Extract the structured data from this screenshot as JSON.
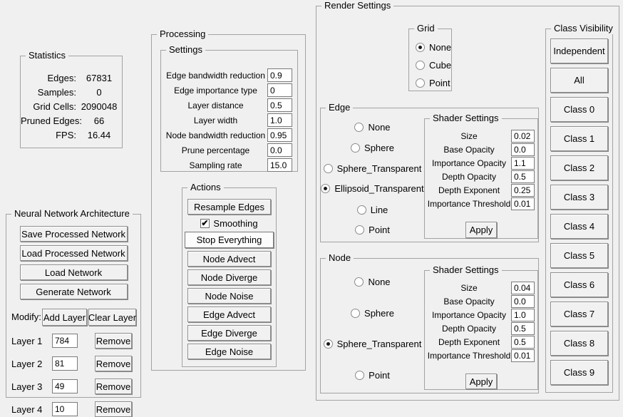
{
  "colors": {
    "background": "#f0f0f0",
    "group_border": "#a3a3a3",
    "button_face": "#f1f1f1",
    "focused_button_face": "#fcfcfc",
    "input_border": "#7b7b7b",
    "text": "#000000"
  },
  "statistics": {
    "title": "Statistics",
    "rows": [
      {
        "label": "Edges:",
        "value": "67831"
      },
      {
        "label": "Samples:",
        "value": "0"
      },
      {
        "label": "Grid Cells:",
        "value": "2090048"
      },
      {
        "label": "Pruned Edges:",
        "value": "66"
      },
      {
        "label": "FPS:",
        "value": "16.44"
      }
    ]
  },
  "processing": {
    "title": "Processing",
    "settings": {
      "title": "Settings",
      "fields": [
        {
          "label": "Edge bandwidth reduction",
          "value": "0.9"
        },
        {
          "label": "Edge importance type",
          "value": "0"
        },
        {
          "label": "Layer distance",
          "value": "0.5"
        },
        {
          "label": "Layer width",
          "value": "1.0"
        },
        {
          "label": "Node bandwidth reduction",
          "value": "0.95"
        },
        {
          "label": "Prune percentage",
          "value": "0.0"
        },
        {
          "label": "Sampling rate",
          "value": "15.0"
        }
      ]
    },
    "actions": {
      "title": "Actions",
      "resample_label": "Resample Edges",
      "smoothing": {
        "label": "Smoothing",
        "checked": true
      },
      "buttons": [
        "Stop Everything",
        "Node Advect",
        "Node Diverge",
        "Node Noise",
        "Edge Advect",
        "Edge Diverge",
        "Edge Noise"
      ]
    }
  },
  "neural_network": {
    "title": "Neural Network Architecture",
    "buttons": [
      "Save Processed Network",
      "Load Processed Network",
      "Load Network",
      "Generate Network"
    ],
    "modify_label": "Modify:",
    "add_layer_label": "Add Layer",
    "clear_layer_label": "Clear Layer",
    "remove_label": "Remove",
    "layers": [
      {
        "label": "Layer 1",
        "value": "784"
      },
      {
        "label": "Layer 2",
        "value": "81"
      },
      {
        "label": "Layer 3",
        "value": "49"
      },
      {
        "label": "Layer 4",
        "value": "10"
      }
    ]
  },
  "render_settings": {
    "title": "Render Settings",
    "grid": {
      "title": "Grid",
      "options": [
        {
          "label": "None",
          "selected": true
        },
        {
          "label": "Cube",
          "selected": false
        },
        {
          "label": "Point",
          "selected": false
        }
      ]
    },
    "edge": {
      "title": "Edge",
      "options": [
        {
          "label": "None",
          "selected": false
        },
        {
          "label": "Sphere",
          "selected": false
        },
        {
          "label": "Sphere_Transparent",
          "selected": false
        },
        {
          "label": "Ellipsoid_Transparent",
          "selected": true
        },
        {
          "label": "Line",
          "selected": false
        },
        {
          "label": "Point",
          "selected": false
        }
      ],
      "shader": {
        "title": "Shader Settings",
        "fields": [
          {
            "label": "Size",
            "value": "0.02"
          },
          {
            "label": "Base Opacity",
            "value": "0.0"
          },
          {
            "label": "Importance Opacity",
            "value": "1.1"
          },
          {
            "label": "Depth Opacity",
            "value": "0.5"
          },
          {
            "label": "Depth Exponent",
            "value": "0.25"
          },
          {
            "label": "Importance Threshold",
            "value": "0.01"
          }
        ],
        "apply_label": "Apply"
      }
    },
    "node": {
      "title": "Node",
      "options": [
        {
          "label": "None",
          "selected": false
        },
        {
          "label": "Sphere",
          "selected": false
        },
        {
          "label": "Sphere_Transparent",
          "selected": true
        },
        {
          "label": "Point",
          "selected": false
        }
      ],
      "shader": {
        "title": "Shader Settings",
        "fields": [
          {
            "label": "Size",
            "value": "0.04"
          },
          {
            "label": "Base Opacity",
            "value": "0.0"
          },
          {
            "label": "Importance Opacity",
            "value": "1.0"
          },
          {
            "label": "Depth Opacity",
            "value": "0.5"
          },
          {
            "label": "Depth Exponent",
            "value": "0.5"
          },
          {
            "label": "Importance Threshold",
            "value": "0.01"
          }
        ],
        "apply_label": "Apply"
      }
    },
    "class_visibility": {
      "title": "Class Visibility",
      "buttons": [
        "Independent",
        "All",
        "Class 0",
        "Class 1",
        "Class 2",
        "Class 3",
        "Class 4",
        "Class 5",
        "Class 6",
        "Class 7",
        "Class 8",
        "Class 9"
      ]
    }
  }
}
